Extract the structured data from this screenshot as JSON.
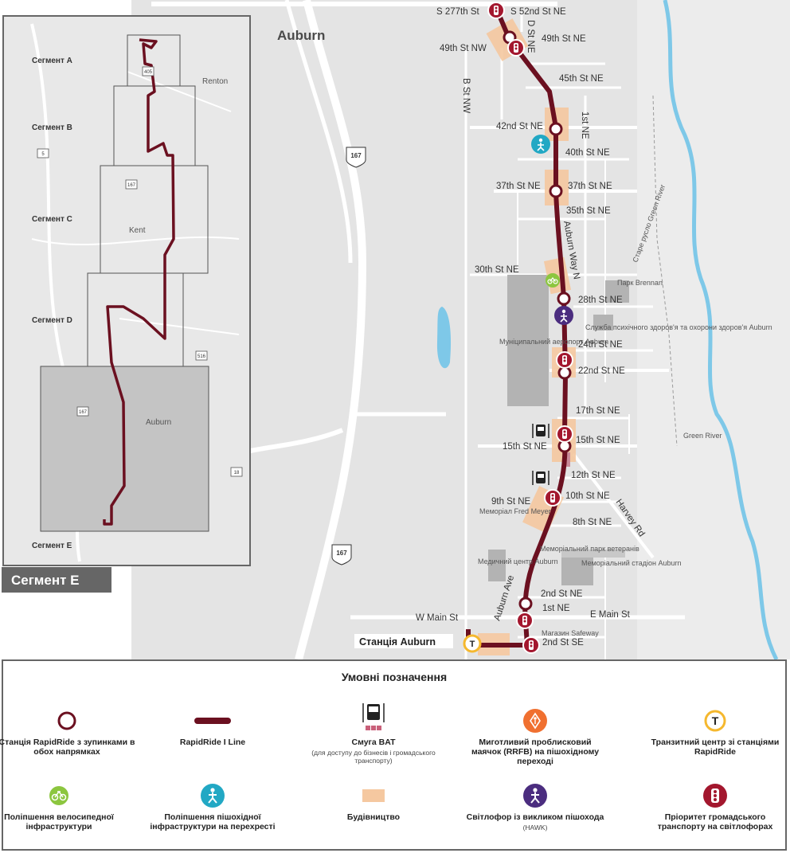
{
  "map": {
    "city_label": "Auburn",
    "station_label": "Станція Auburn",
    "streets": {
      "s277": "S 277th St",
      "s52": "S 52nd St NE",
      "dst": "D St NE",
      "s49ne": "49th St NE",
      "s49nw": "49th St NW",
      "bstnw": "B St NW",
      "s45": "45th St NE",
      "first_ne": "1st NE",
      "s42": "42nd St NE",
      "s40": "40th St NE",
      "s37a": "37th St NE",
      "s37b": "37th St NE",
      "s35": "35th St NE",
      "auburn_way": "Auburn Way N",
      "s30": "30th St NE",
      "s28": "28th St NE",
      "s24": "24th St NE",
      "s22": "22nd St NE",
      "s17": "17th St NE",
      "s15a": "15th St NE",
      "s15b": "15th St NE",
      "s12": "12th St NE",
      "s10": "10th St NE",
      "s9": "9th St NE",
      "s8": "8th St NE",
      "harvey": "Harvey Rd",
      "s2ne": "2nd St NE",
      "s1ne": "1st NE",
      "wmain": "W Main St",
      "emain": "E Main St",
      "auburn_ave": "Auburn Ave",
      "s2se": "2nd St SE"
    },
    "places": {
      "park_brennan": "Парк Brennan",
      "health_service": "Служба психічного здоров'я та охорони здоров'я Auburn",
      "airport": "Муніципальний аеропорт Auburn",
      "memorial_park": "Меморіальний парк ветеранів",
      "medical_center": "Медичний центр Auburn",
      "memorial_stadium": "Меморіальний стадіон Auburn",
      "safeway": "Магазин Safeway",
      "memorial_fred": "Меморіал Fred Meyer",
      "green_river": "Green River",
      "old_green_river": "Старе русло Green River"
    },
    "highways": {
      "h167a": "167",
      "h167b": "167"
    }
  },
  "inset": {
    "segments": [
      "Сегмент A",
      "Сегмент B",
      "Сегмент C",
      "Сегмент D",
      "Сегмент E"
    ],
    "towns": {
      "renton": "Renton",
      "kent": "Kent",
      "auburn": "Auburn"
    },
    "shields": {
      "i405": "405",
      "i5": "5",
      "sr167a": "167",
      "sr516": "516",
      "sr167b": "167",
      "sr18": "18"
    },
    "current_segment": "Сегмент E"
  },
  "legend": {
    "title": "Умовні позначення",
    "items": [
      {
        "label": "Станція RapidRide з зупинками в обох напрямках",
        "sub": ""
      },
      {
        "label": "RapidRide I Line",
        "sub": ""
      },
      {
        "label": "Смуга BAT",
        "sub": "(для доступу до бізнесів і громадського транспорту)"
      },
      {
        "label": "Миготливий проблисковий маячок (RRFB) на пішохідному переході",
        "sub": ""
      },
      {
        "label": "Транзитний центр зі станціями RapidRide",
        "sub": ""
      },
      {
        "label": "Поліпшення велосипедної інфраструктури",
        "sub": ""
      },
      {
        "label": "Поліпшення пішохідної інфраструктури на перехресті",
        "sub": ""
      },
      {
        "label": "Будівництво",
        "sub": ""
      },
      {
        "label": "Світлофор із викликом пішохода",
        "sub": "(HAWK)"
      },
      {
        "label": "Пріоритет громадського транспорту на світлофорах",
        "sub": ""
      }
    ]
  },
  "colors": {
    "route": "#6b1020",
    "construction": "#f5c8a0",
    "pedestrian": "#22a8c4",
    "bike": "#8cc63f",
    "hawk": "#4b2d7f",
    "rrfb": "#f07030",
    "transit": "#f5b82e",
    "signal": "#a3172e"
  }
}
